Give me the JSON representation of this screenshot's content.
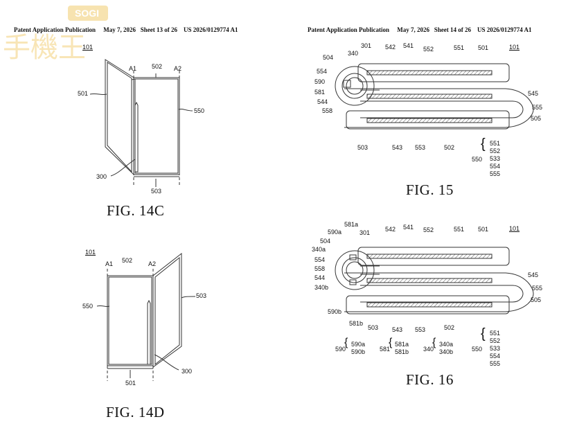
{
  "watermark": {
    "text": "SOGI",
    "brand_color": "#f2d08a"
  },
  "left_page": {
    "header": {
      "pub": "Patent Application Publication",
      "date": "May 7, 2026",
      "sheet": "Sheet 13 of 26",
      "number": "US 2026/0129774 A1"
    },
    "fig_a": {
      "caption": "FIG. 14C",
      "labels": {
        "ref101": "101",
        "a1": "A1",
        "n502": "502",
        "a2": "A2",
        "n501": "501",
        "n550": "550",
        "n300": "300",
        "n503": "503"
      }
    },
    "fig_b": {
      "caption": "FIG. 14D",
      "labels": {
        "ref101": "101",
        "a1": "A1",
        "n502": "502",
        "a2": "A2",
        "n503": "503",
        "n550": "550",
        "n300": "300",
        "n501": "501"
      }
    }
  },
  "right_page": {
    "header": {
      "pub": "Patent Application Publication",
      "date": "May 7, 2026",
      "sheet": "Sheet 14 of 26",
      "number": "US 2026/0129774 A1"
    },
    "fig15": {
      "caption": "FIG. 15",
      "labels": {
        "n301": "301",
        "n542": "542",
        "n541": "541",
        "n552": "552",
        "n551": "551",
        "n501": "501",
        "ref101": "101",
        "n504": "504",
        "n340": "340",
        "n554": "554",
        "n590": "590",
        "n581": "581",
        "n544": "544",
        "n558": "558",
        "n545": "545",
        "n555": "555",
        "n505": "505",
        "n503": "503",
        "n543": "543",
        "n553": "553",
        "n502": "502"
      },
      "group": {
        "key": "550",
        "items": [
          "551",
          "552",
          "533",
          "554",
          "555"
        ]
      }
    },
    "fig16": {
      "caption": "FIG. 16",
      "labels": {
        "n581a": "581a",
        "n590a": "590a",
        "n301": "301",
        "n542": "542",
        "n541": "541",
        "n552": "552",
        "n551": "551",
        "n501": "501",
        "ref101": "101",
        "n504": "504",
        "n340a": "340a",
        "n554": "554",
        "n558": "558",
        "n544": "544",
        "n340b": "340b",
        "n590b": "590b",
        "n581b": "581b",
        "n503": "503",
        "n543": "543",
        "n553": "553",
        "n502": "502",
        "n545": "545",
        "n555": "555",
        "n505": "505"
      },
      "groups": [
        {
          "key": "590",
          "items": [
            "590a",
            "590b"
          ]
        },
        {
          "key": "581",
          "items": [
            "581a",
            "581b"
          ]
        },
        {
          "key": "340",
          "items": [
            "340a",
            "340b"
          ]
        },
        {
          "key": "550",
          "items": [
            "551",
            "552",
            "533",
            "554",
            "555"
          ]
        }
      ]
    }
  }
}
